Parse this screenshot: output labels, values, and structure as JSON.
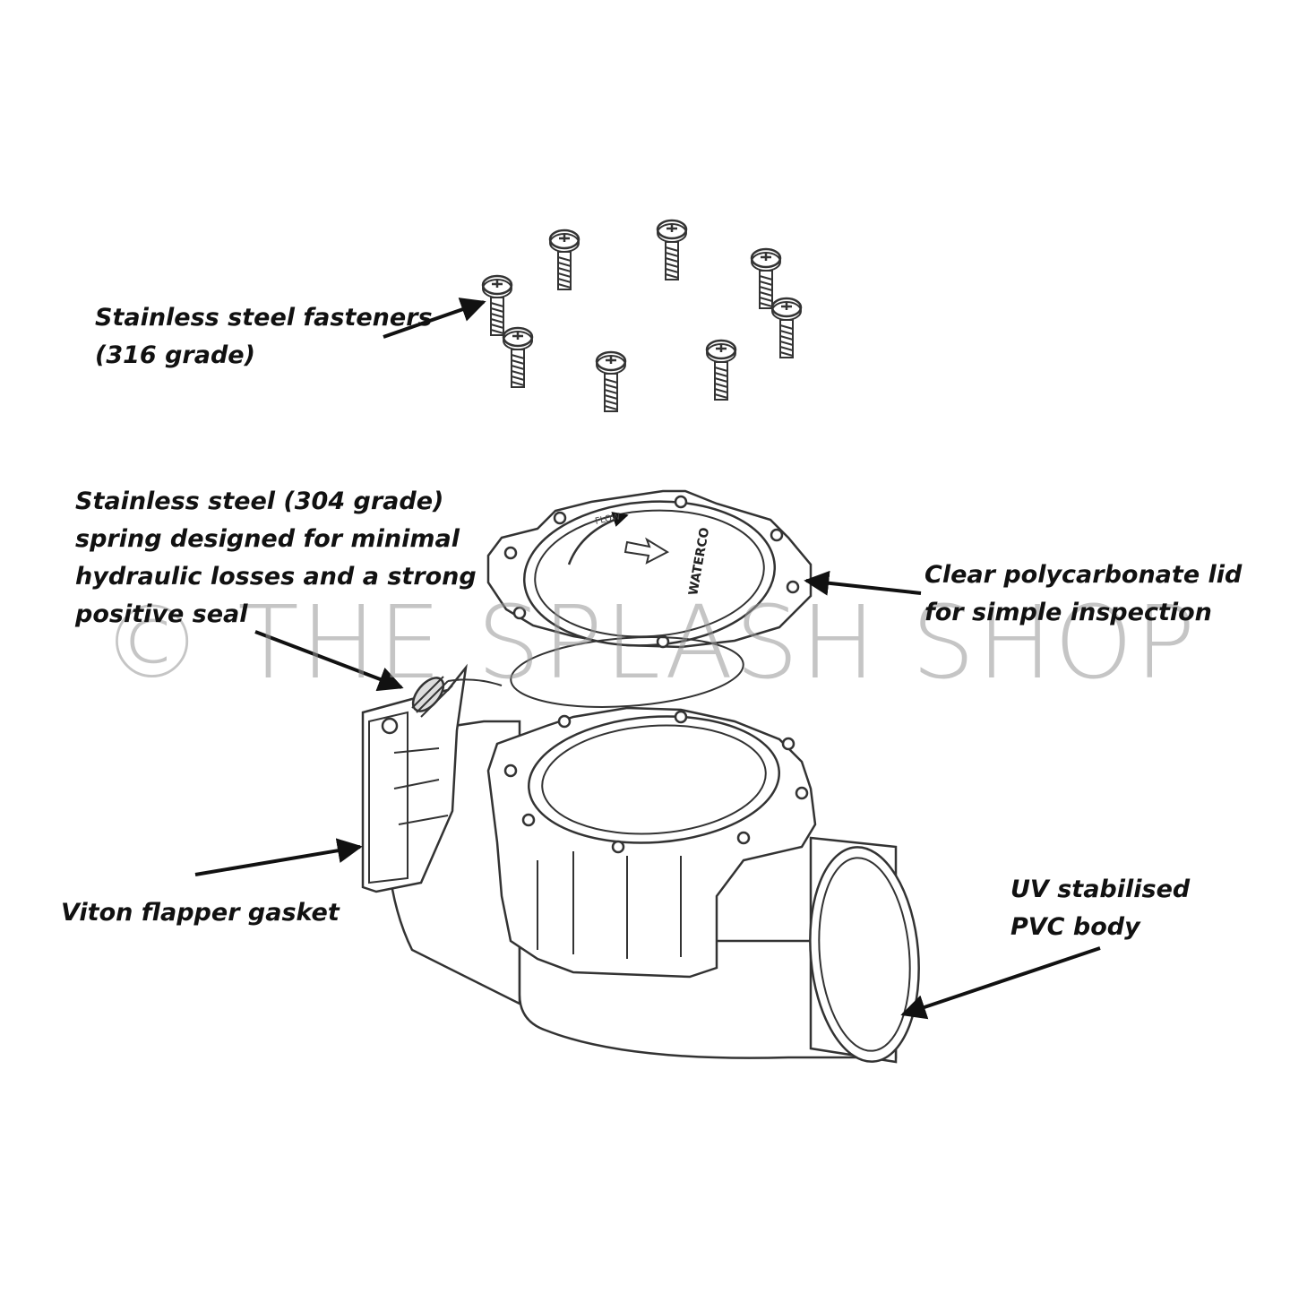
{
  "watermark": "© THE SPLASH SHOP",
  "logo_text": "WATERCO",
  "lid_flow_text": "FLOW",
  "callouts": {
    "fasteners": [
      "Stainless steel fasteners",
      "(316 grade)"
    ],
    "spring": [
      "Stainless steel (304 grade)",
      "spring designed for minimal",
      "hydraulic losses and a strong",
      "positive seal"
    ],
    "lid": [
      "Clear polycarbonate lid",
      "for simple inspection"
    ],
    "gasket": [
      "Viton flapper gasket"
    ],
    "body": [
      "UV stabilised",
      "PVC body"
    ]
  },
  "colors": {
    "ink": "#111111",
    "line": "#333333",
    "watermark": "#969696"
  }
}
